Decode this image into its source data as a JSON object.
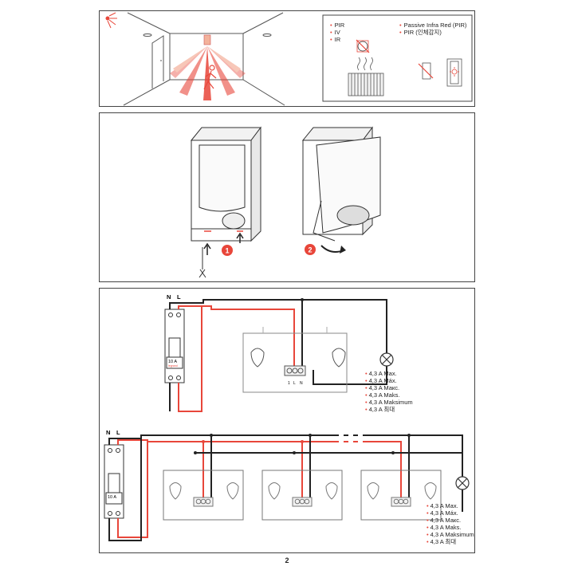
{
  "legend": {
    "left": [
      "PIR",
      "IV",
      "IR"
    ],
    "right": [
      "Passive Infra Red (PIR)",
      "PIR (인체감지)"
    ]
  },
  "steps": [
    "1",
    "2"
  ],
  "circuit": {
    "breaker_terminals": [
      "N",
      "L"
    ],
    "breaker_rating": "10 A",
    "breaker_brand": "legrand",
    "device_terminals": [
      "1",
      "L",
      "N"
    ],
    "ratings": [
      "4,3 A Max.",
      "4,3 A Máx.",
      "4,3 A Макс.",
      "4,3 A Maks.",
      "4,3 A Maksimum",
      "4,3 A 최대"
    ]
  },
  "page_number": "2",
  "colors": {
    "accent": "#e8463a",
    "line": "#222222"
  }
}
